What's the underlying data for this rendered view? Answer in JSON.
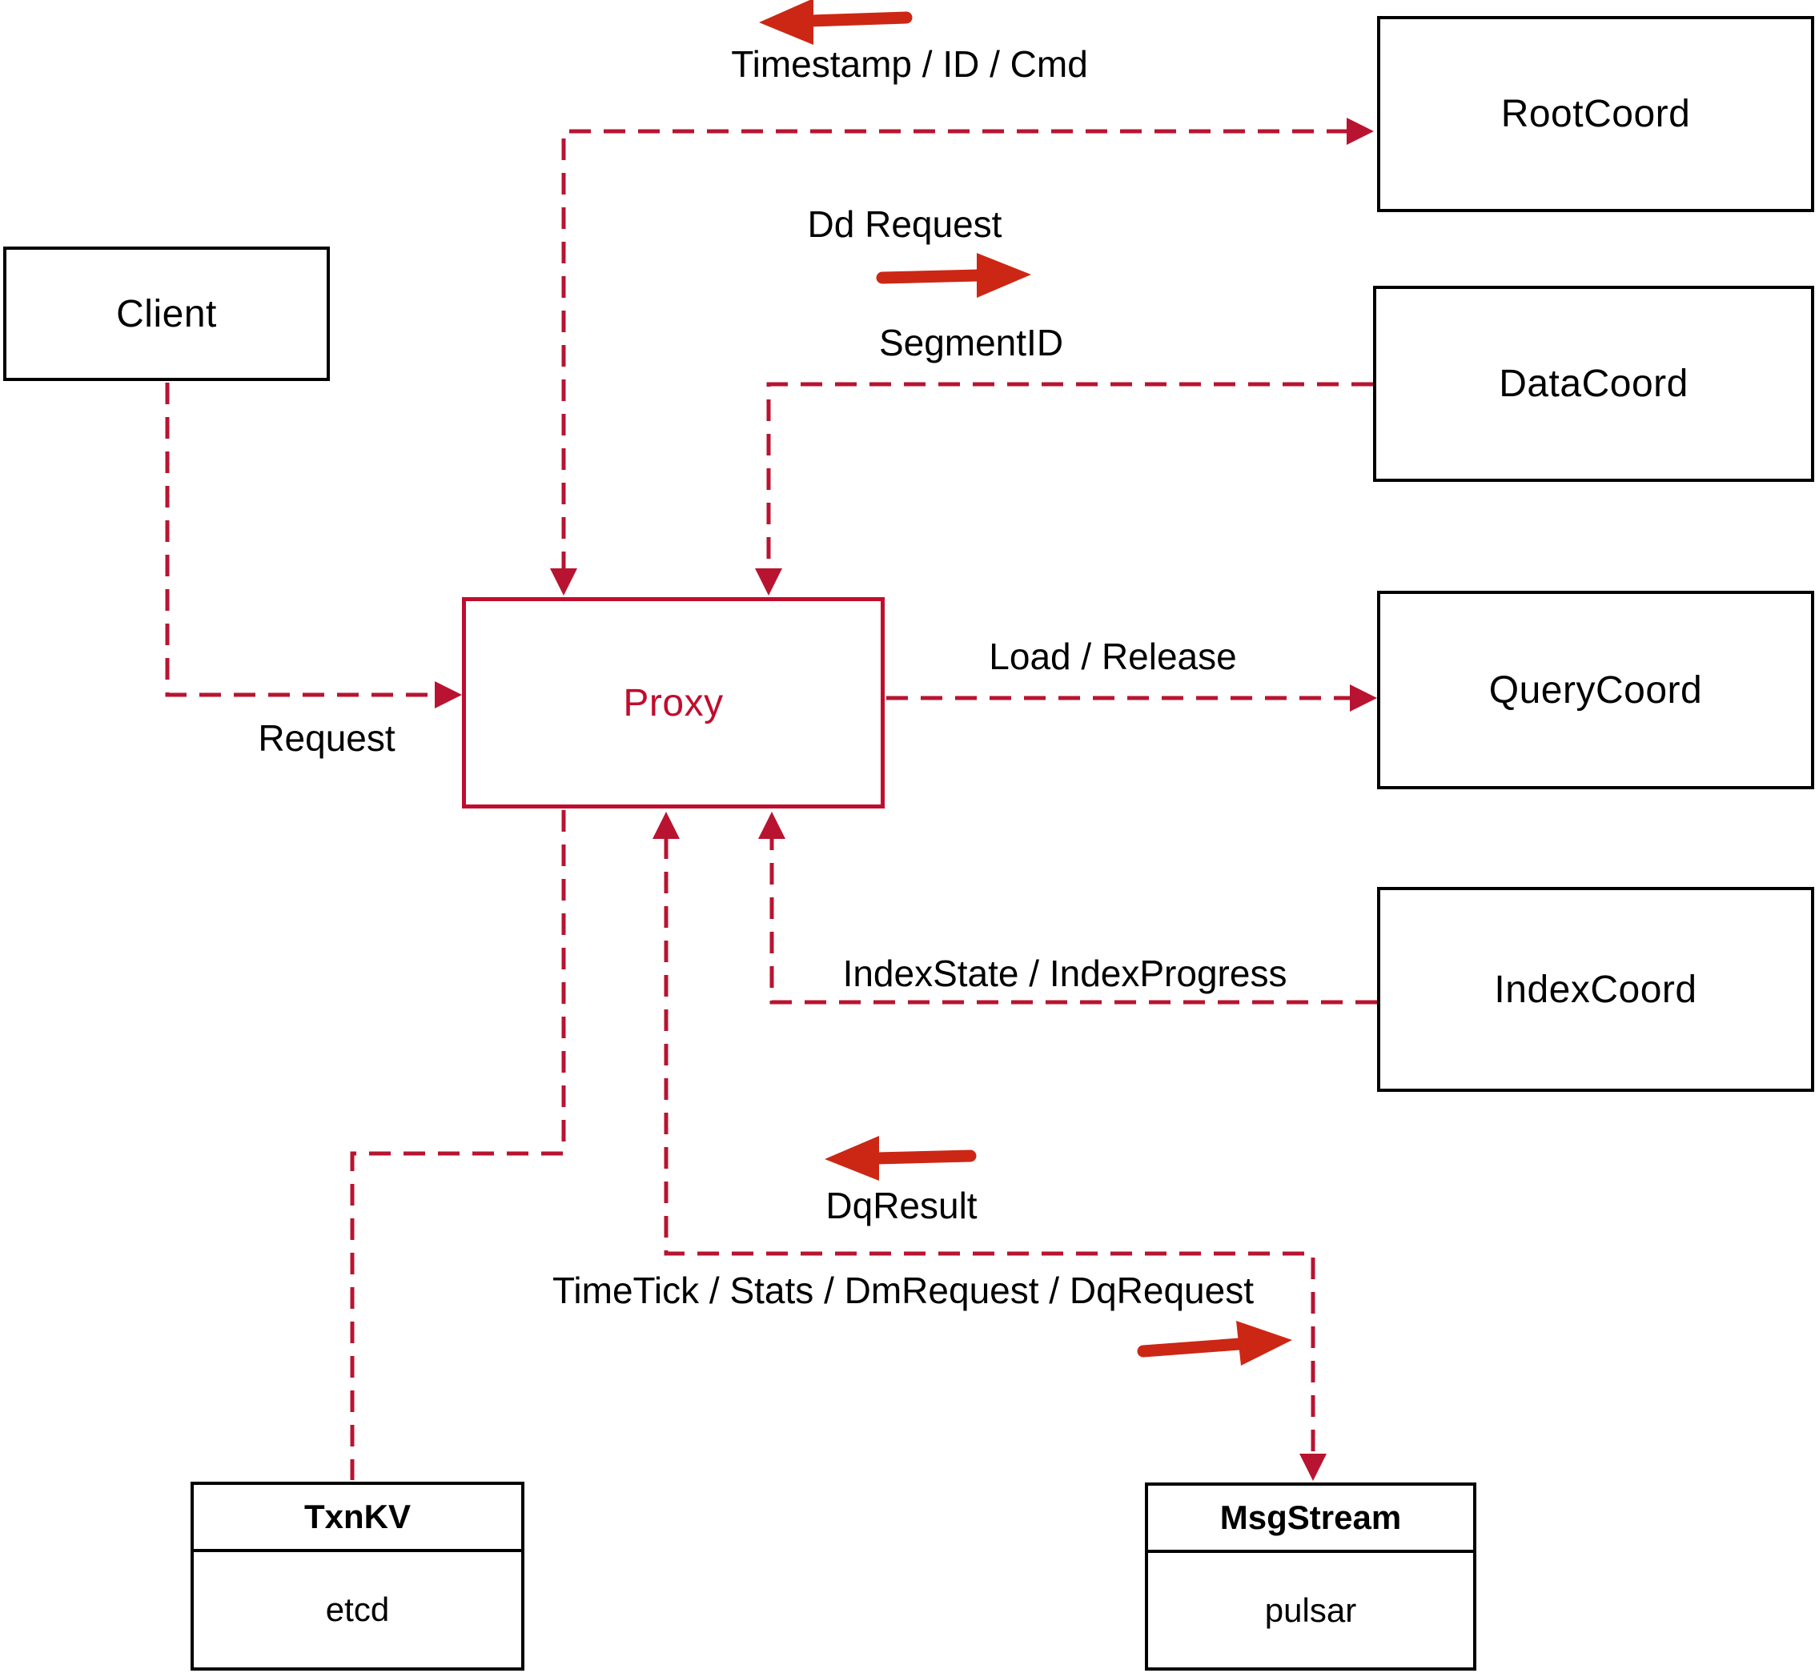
{
  "diagram": {
    "colors": {
      "dashed_line": "#b81431",
      "solid_arrow": "#cc2715",
      "proxy_accent": "#c00d2e",
      "box_border": "#000000",
      "text": "#000000",
      "background": "#ffffff"
    },
    "nodes": {
      "client": {
        "label": "Client"
      },
      "proxy": {
        "label": "Proxy"
      },
      "root_coord": {
        "label": "RootCoord"
      },
      "data_coord": {
        "label": "DataCoord"
      },
      "query_coord": {
        "label": "QueryCoord"
      },
      "index_coord": {
        "label": "IndexCoord"
      }
    },
    "stores": {
      "txn_kv": {
        "title": "TxnKV",
        "impl": "etcd"
      },
      "msg_stream": {
        "title": "MsgStream",
        "impl": "pulsar"
      }
    },
    "edge_labels": {
      "timestamp_id_cmd": "Timestamp / ID / Cmd",
      "dd_request": "Dd Request",
      "segment_id": "SegmentID",
      "request": "Request",
      "load_release": "Load / Release",
      "index_state": "IndexState / IndexProgress",
      "dq_result": "DqResult",
      "time_tick": "TimeTick / Stats / DmRequest / DqRequest"
    }
  }
}
